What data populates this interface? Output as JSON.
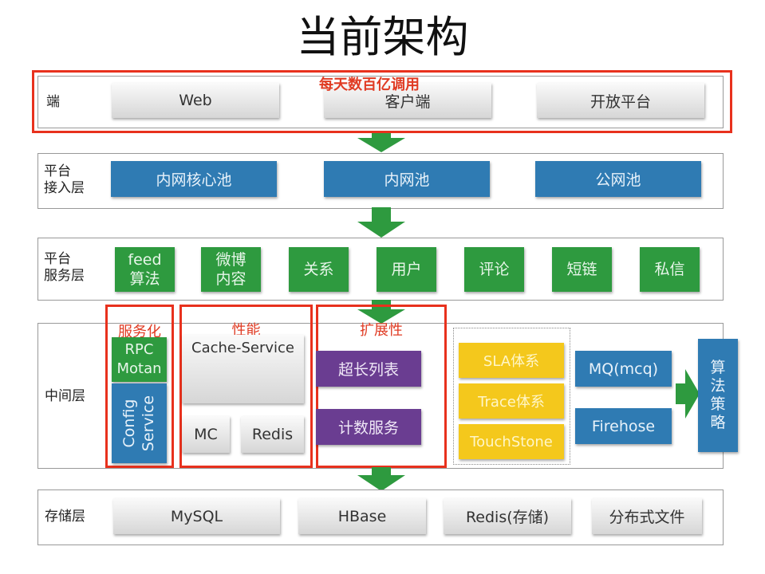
{
  "title": "当前架构",
  "colors": {
    "highlight_red": "#e8311d",
    "arrow_green": "#2e9a3f",
    "box_blue": "#2f7bb3",
    "box_green": "#2e9a3f",
    "box_purple": "#6a3d91",
    "box_yellow": "#f4c81c"
  },
  "layers": {
    "client": {
      "label": "端",
      "annotation": "每天数百亿调用",
      "items": [
        "Web",
        "客户端",
        "开放平台"
      ]
    },
    "access": {
      "label_line1": "平台",
      "label_line2": "接入层",
      "items": [
        "内网核心池",
        "内网池",
        "公网池"
      ]
    },
    "service": {
      "label_line1": "平台",
      "label_line2": "服务层",
      "items": [
        {
          "line1": "feed",
          "line2": "算法"
        },
        {
          "line1": "微博",
          "line2": "内容"
        },
        {
          "line1": "关系"
        },
        {
          "line1": "用户"
        },
        {
          "line1": "评论"
        },
        {
          "line1": "短链"
        },
        {
          "line1": "私信"
        }
      ]
    },
    "middle": {
      "label": "中间层",
      "groups": {
        "servitization": {
          "heading": "服务化",
          "rpc_line1": "RPC",
          "rpc_line2": "Motan",
          "config_line1": "Config",
          "config_line2": "Service"
        },
        "performance": {
          "heading": "性能",
          "cache_service": "Cache-Service",
          "mc": "MC",
          "redis": "Redis"
        },
        "scalability": {
          "heading": "扩展性",
          "long_list": "超长列表",
          "counter": "计数服务"
        }
      },
      "monitoring": [
        "SLA体系",
        "Trace体系",
        "TouchStone"
      ],
      "queues": [
        "MQ(mcq)",
        "Firehose"
      ],
      "strategy": "算法策略"
    },
    "storage": {
      "label": "存储层",
      "items": [
        "MySQL",
        "HBase",
        "Redis(存储)",
        "分布式文件"
      ]
    }
  }
}
